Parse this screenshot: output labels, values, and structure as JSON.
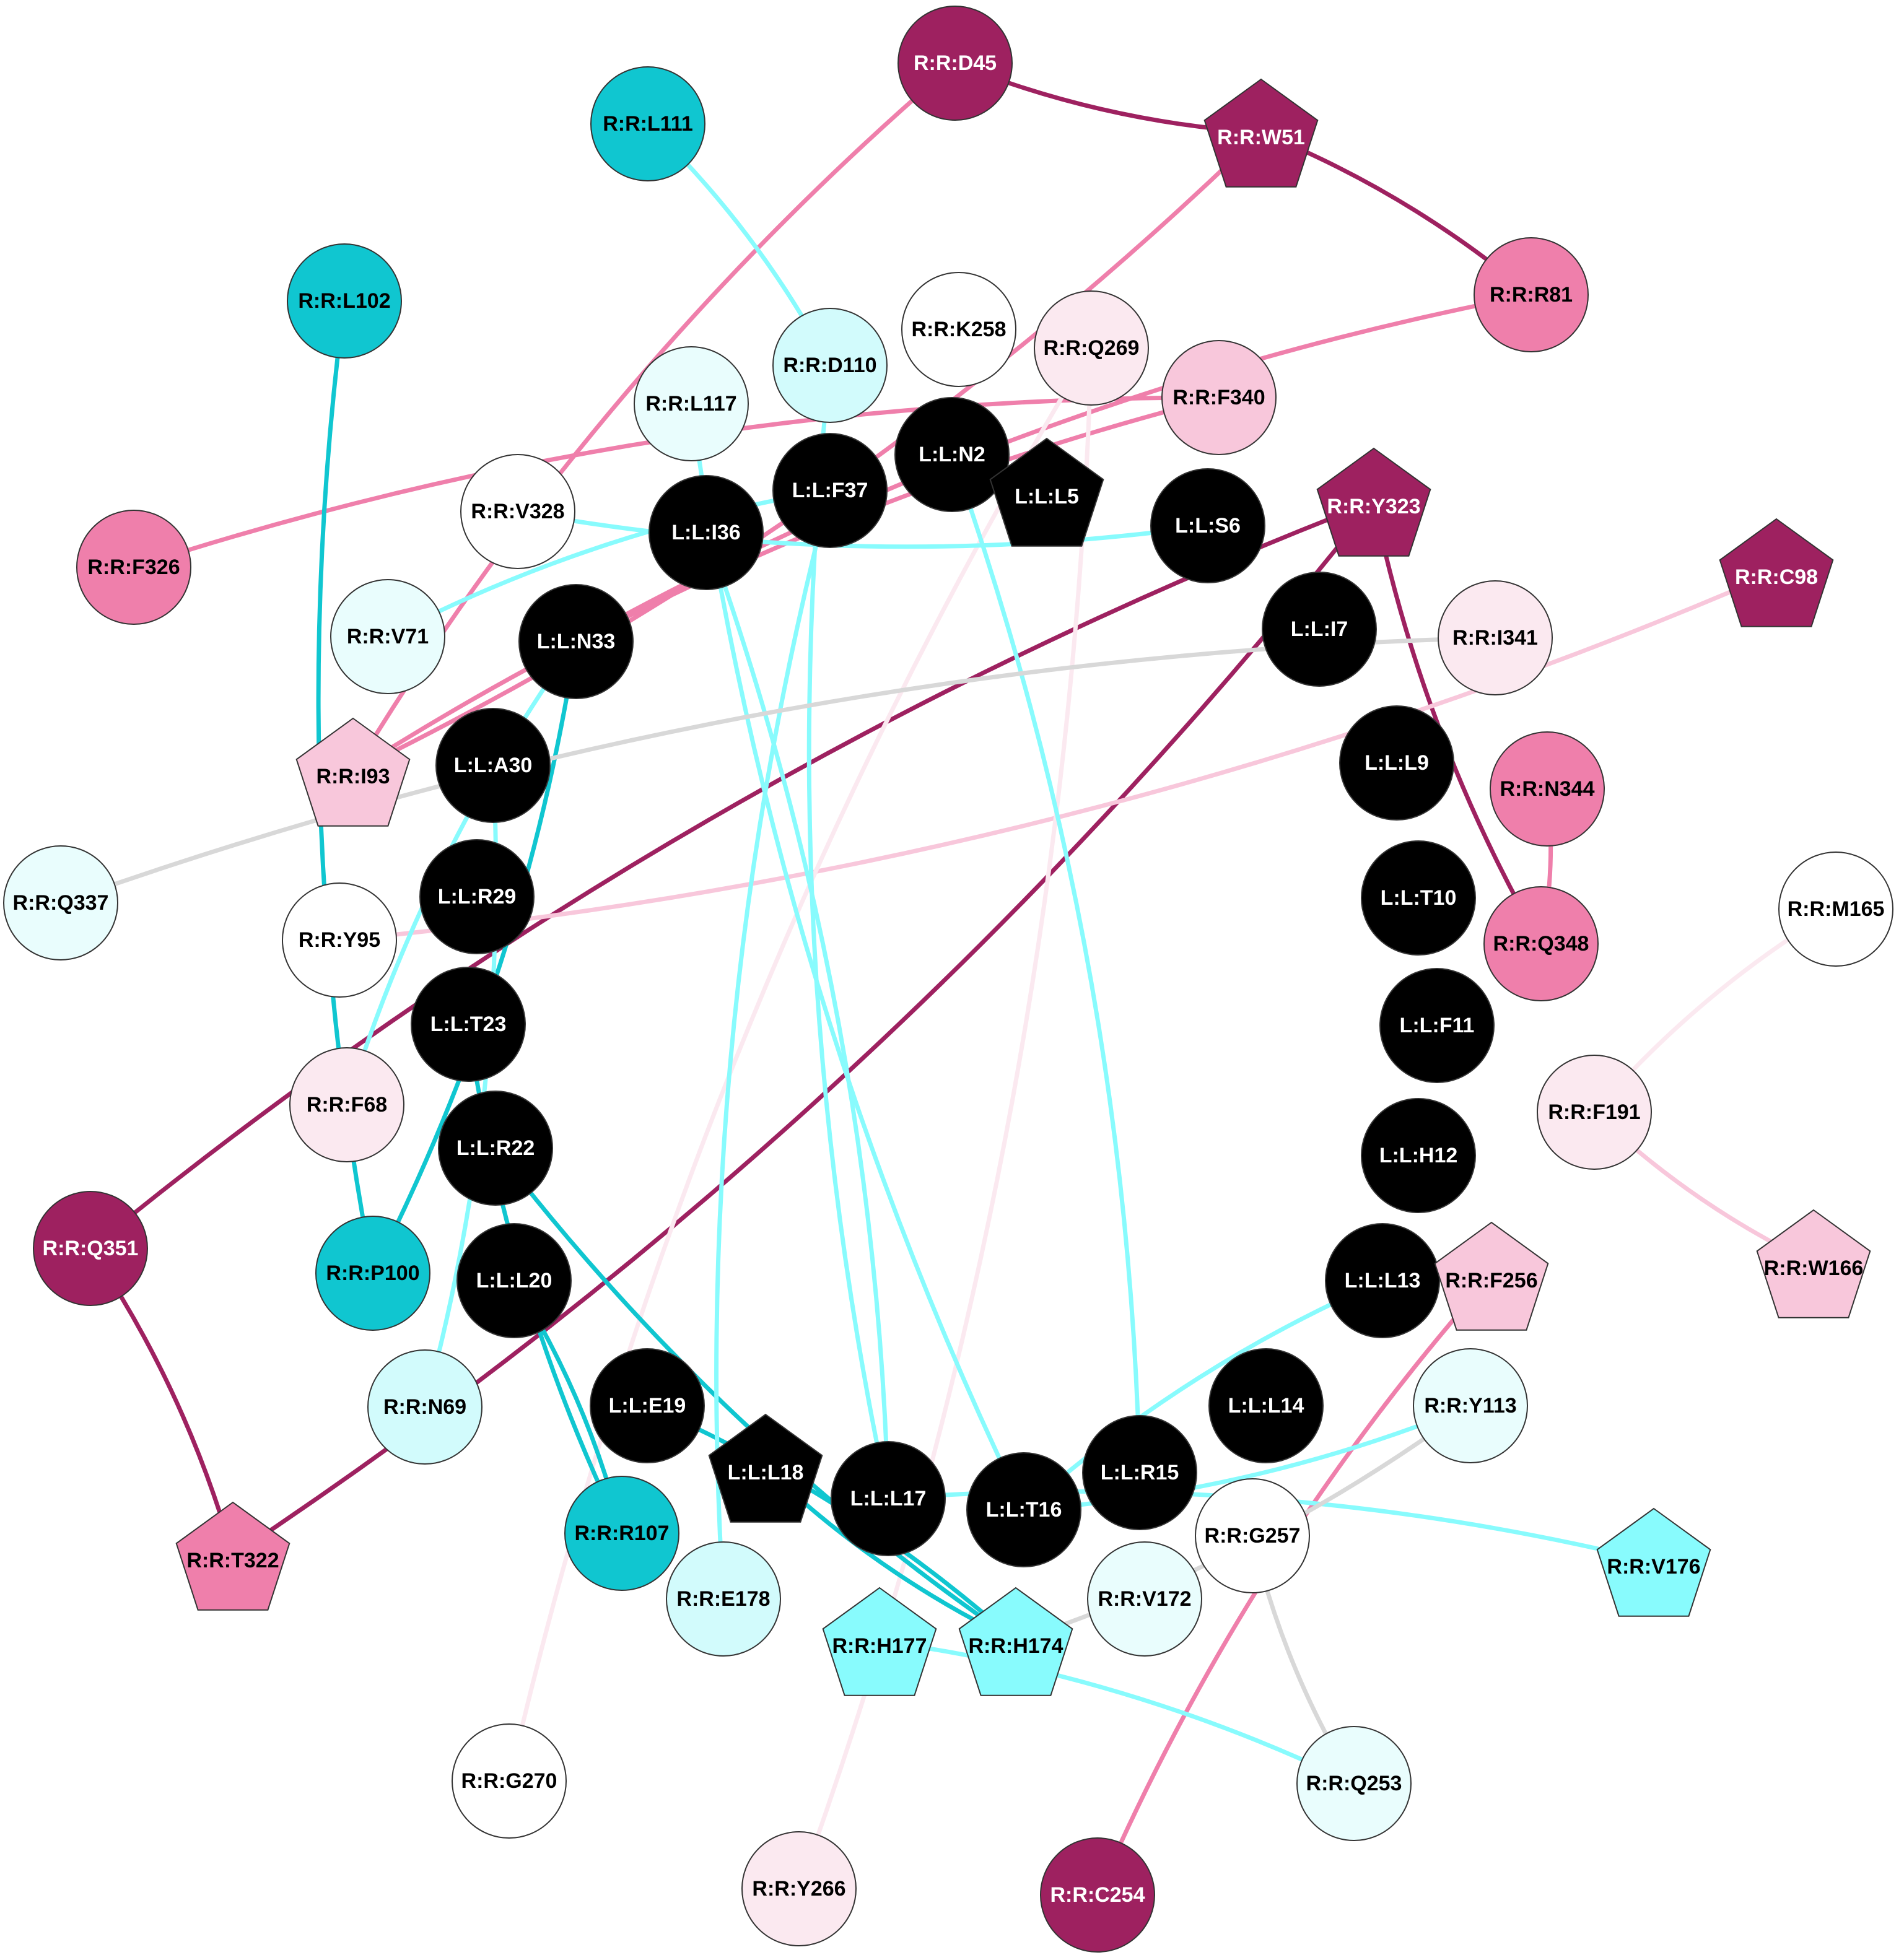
{
  "colors": {
    "black": "#000000",
    "dark_magenta": "#9e2160",
    "pink": "#ef7fab",
    "light_pink": "#f8c7db",
    "pale_pink": "#fbe9f0",
    "white": "#ffffff",
    "teal": "#10c6d0",
    "cyan": "#88fbfd",
    "light_cyan": "#d2fbfc",
    "pale_cyan": "#e9fdfd",
    "grey": "#d8d8d8"
  },
  "nodes": [
    {
      "id": "L:L:N2",
      "shape": "circle",
      "fill": "black"
    },
    {
      "id": "L:L:L5",
      "shape": "pentagon",
      "fill": "black"
    },
    {
      "id": "L:L:S6",
      "shape": "circle",
      "fill": "black"
    },
    {
      "id": "L:L:I7",
      "shape": "circle",
      "fill": "black"
    },
    {
      "id": "L:L:L9",
      "shape": "circle",
      "fill": "black"
    },
    {
      "id": "L:L:T10",
      "shape": "circle",
      "fill": "black"
    },
    {
      "id": "L:L:F11",
      "shape": "circle",
      "fill": "black"
    },
    {
      "id": "L:L:H12",
      "shape": "circle",
      "fill": "black"
    },
    {
      "id": "L:L:L13",
      "shape": "circle",
      "fill": "black"
    },
    {
      "id": "L:L:L14",
      "shape": "circle",
      "fill": "black"
    },
    {
      "id": "L:L:R15",
      "shape": "circle",
      "fill": "black"
    },
    {
      "id": "L:L:T16",
      "shape": "circle",
      "fill": "black"
    },
    {
      "id": "L:L:L17",
      "shape": "circle",
      "fill": "black"
    },
    {
      "id": "L:L:L18",
      "shape": "pentagon",
      "fill": "black"
    },
    {
      "id": "L:L:E19",
      "shape": "circle",
      "fill": "black"
    },
    {
      "id": "L:L:L20",
      "shape": "circle",
      "fill": "black"
    },
    {
      "id": "L:L:R22",
      "shape": "circle",
      "fill": "black"
    },
    {
      "id": "L:L:T23",
      "shape": "circle",
      "fill": "black"
    },
    {
      "id": "L:L:R29",
      "shape": "circle",
      "fill": "black"
    },
    {
      "id": "L:L:A30",
      "shape": "circle",
      "fill": "black"
    },
    {
      "id": "L:L:N33",
      "shape": "circle",
      "fill": "black"
    },
    {
      "id": "L:L:I36",
      "shape": "circle",
      "fill": "black"
    },
    {
      "id": "L:L:F37",
      "shape": "circle",
      "fill": "black"
    },
    {
      "id": "R:R:D45",
      "shape": "circle",
      "fill": "dark_magenta"
    },
    {
      "id": "R:R:W51",
      "shape": "pentagon",
      "fill": "dark_magenta"
    },
    {
      "id": "R:R:L111",
      "shape": "circle",
      "fill": "teal"
    },
    {
      "id": "R:R:R81",
      "shape": "circle",
      "fill": "pink"
    },
    {
      "id": "R:R:L102",
      "shape": "circle",
      "fill": "teal"
    },
    {
      "id": "R:R:K258",
      "shape": "circle",
      "fill": "white"
    },
    {
      "id": "R:R:Q269",
      "shape": "circle",
      "fill": "pale_pink"
    },
    {
      "id": "R:R:D110",
      "shape": "circle",
      "fill": "light_cyan"
    },
    {
      "id": "R:R:F340",
      "shape": "circle",
      "fill": "light_pink"
    },
    {
      "id": "R:R:L117",
      "shape": "circle",
      "fill": "pale_cyan"
    },
    {
      "id": "R:R:Y323",
      "shape": "pentagon",
      "fill": "dark_magenta"
    },
    {
      "id": "R:R:V328",
      "shape": "circle",
      "fill": "white"
    },
    {
      "id": "R:R:F326",
      "shape": "circle",
      "fill": "pink"
    },
    {
      "id": "R:R:C98",
      "shape": "pentagon",
      "fill": "dark_magenta"
    },
    {
      "id": "R:R:V71",
      "shape": "circle",
      "fill": "pale_cyan"
    },
    {
      "id": "R:R:I341",
      "shape": "circle",
      "fill": "pale_pink"
    },
    {
      "id": "R:R:I93",
      "shape": "pentagon",
      "fill": "light_pink"
    },
    {
      "id": "R:R:N344",
      "shape": "circle",
      "fill": "pink"
    },
    {
      "id": "R:R:Q337",
      "shape": "circle",
      "fill": "pale_cyan"
    },
    {
      "id": "R:R:M165",
      "shape": "circle",
      "fill": "white"
    },
    {
      "id": "R:R:Y95",
      "shape": "circle",
      "fill": "white"
    },
    {
      "id": "R:R:Q348",
      "shape": "circle",
      "fill": "pink"
    },
    {
      "id": "R:R:F68",
      "shape": "circle",
      "fill": "pale_pink"
    },
    {
      "id": "R:R:F191",
      "shape": "circle",
      "fill": "pale_pink"
    },
    {
      "id": "R:R:Q351",
      "shape": "circle",
      "fill": "dark_magenta"
    },
    {
      "id": "R:R:W166",
      "shape": "pentagon",
      "fill": "light_pink"
    },
    {
      "id": "R:R:P100",
      "shape": "circle",
      "fill": "teal"
    },
    {
      "id": "R:R:F256",
      "shape": "pentagon",
      "fill": "light_pink"
    },
    {
      "id": "R:R:N69",
      "shape": "circle",
      "fill": "light_cyan"
    },
    {
      "id": "R:R:Y113",
      "shape": "circle",
      "fill": "pale_cyan"
    },
    {
      "id": "R:R:T322",
      "shape": "pentagon",
      "fill": "pink"
    },
    {
      "id": "R:R:R107",
      "shape": "circle",
      "fill": "teal"
    },
    {
      "id": "R:R:G257",
      "shape": "circle",
      "fill": "white"
    },
    {
      "id": "R:R:V176",
      "shape": "pentagon",
      "fill": "cyan"
    },
    {
      "id": "R:R:E178",
      "shape": "circle",
      "fill": "light_cyan"
    },
    {
      "id": "R:R:H177",
      "shape": "pentagon",
      "fill": "cyan"
    },
    {
      "id": "R:R:H174",
      "shape": "pentagon",
      "fill": "cyan"
    },
    {
      "id": "R:R:V172",
      "shape": "circle",
      "fill": "pale_cyan"
    },
    {
      "id": "R:R:G270",
      "shape": "circle",
      "fill": "white"
    },
    {
      "id": "R:R:Q253",
      "shape": "circle",
      "fill": "pale_cyan"
    },
    {
      "id": "R:R:Y266",
      "shape": "circle",
      "fill": "pale_pink"
    },
    {
      "id": "R:R:C254",
      "shape": "circle",
      "fill": "dark_magenta"
    }
  ],
  "edges": [
    {
      "source": "R:R:D45",
      "target": "R:R:W51",
      "color": "dark_magenta"
    },
    {
      "source": "R:R:W51",
      "target": "R:R:R81",
      "color": "dark_magenta"
    },
    {
      "source": "R:R:Y323",
      "target": "R:R:Q351",
      "color": "dark_magenta"
    },
    {
      "source": "R:R:Y323",
      "target": "R:R:T322",
      "color": "dark_magenta"
    },
    {
      "source": "R:R:Y323",
      "target": "R:R:Q348",
      "color": "dark_magenta"
    },
    {
      "source": "R:R:Q351",
      "target": "R:R:T322",
      "color": "dark_magenta"
    },
    {
      "source": "R:R:D45",
      "target": "R:R:I93",
      "color": "pink"
    },
    {
      "source": "R:R:W51",
      "target": "R:R:I93",
      "color": "pink"
    },
    {
      "source": "R:R:R81",
      "target": "L:L:N33",
      "color": "pink"
    },
    {
      "source": "R:R:F326",
      "target": "R:R:F340",
      "color": "pink"
    },
    {
      "source": "R:R:F340",
      "target": "R:R:I93",
      "color": "pink"
    },
    {
      "source": "R:R:N344",
      "target": "R:R:Q348",
      "color": "pink"
    },
    {
      "source": "R:R:F256",
      "target": "R:R:C254",
      "color": "pink"
    },
    {
      "source": "R:R:C98",
      "target": "R:R:Y95",
      "color": "light_pink"
    },
    {
      "source": "R:R:F191",
      "target": "R:R:W166",
      "color": "light_pink"
    },
    {
      "source": "R:R:F191",
      "target": "R:R:M165",
      "color": "pale_pink"
    },
    {
      "source": "R:R:Q269",
      "target": "R:R:G270",
      "color": "pale_pink"
    },
    {
      "source": "R:R:Q269",
      "target": "R:R:Y266",
      "color": "pale_pink"
    },
    {
      "source": "R:R:L102",
      "target": "R:R:P100",
      "color": "teal"
    },
    {
      "source": "L:L:N33",
      "target": "R:R:P100",
      "color": "teal"
    },
    {
      "source": "L:L:T23",
      "target": "R:R:R107",
      "color": "teal"
    },
    {
      "source": "L:L:L20",
      "target": "R:R:R107",
      "color": "teal"
    },
    {
      "source": "L:L:R22",
      "target": "R:R:H174",
      "color": "teal"
    },
    {
      "source": "L:L:E19",
      "target": "R:R:H174",
      "color": "teal"
    },
    {
      "source": "L:L:L18",
      "target": "R:R:H174",
      "color": "teal"
    },
    {
      "source": "R:R:L111",
      "target": "R:R:D110",
      "color": "cyan"
    },
    {
      "source": "L:L:F37",
      "target": "R:R:E178",
      "color": "cyan"
    },
    {
      "source": "L:L:I36",
      "target": "L:L:L17",
      "color": "cyan"
    },
    {
      "source": "R:R:D110",
      "target": "L:L:L17",
      "color": "cyan"
    },
    {
      "source": "L:L:N2",
      "target": "L:L:R15",
      "color": "cyan"
    },
    {
      "source": "L:L:L13",
      "target": "L:L:T16",
      "color": "cyan"
    },
    {
      "source": "R:R:Y113",
      "target": "L:L:T16",
      "color": "cyan"
    },
    {
      "source": "R:R:V176",
      "target": "L:L:L17",
      "color": "cyan"
    },
    {
      "source": "R:R:F68",
      "target": "L:L:N33",
      "color": "cyan"
    },
    {
      "source": "R:R:N69",
      "target": "L:L:A30",
      "color": "cyan"
    },
    {
      "source": "R:R:V71",
      "target": "L:L:F37",
      "color": "cyan"
    },
    {
      "source": "R:R:V328",
      "target": "L:L:S6",
      "color": "cyan"
    },
    {
      "source": "R:R:H177",
      "target": "R:R:Q253",
      "color": "cyan"
    },
    {
      "source": "R:R:L117",
      "target": "L:L:T16",
      "color": "cyan"
    },
    {
      "source": "R:R:Q337",
      "target": "R:R:I341",
      "color": "grey"
    },
    {
      "source": "R:R:G257",
      "target": "R:R:Q253",
      "color": "grey"
    },
    {
      "source": "R:R:Y113",
      "target": "R:R:H174",
      "color": "grey"
    }
  ]
}
